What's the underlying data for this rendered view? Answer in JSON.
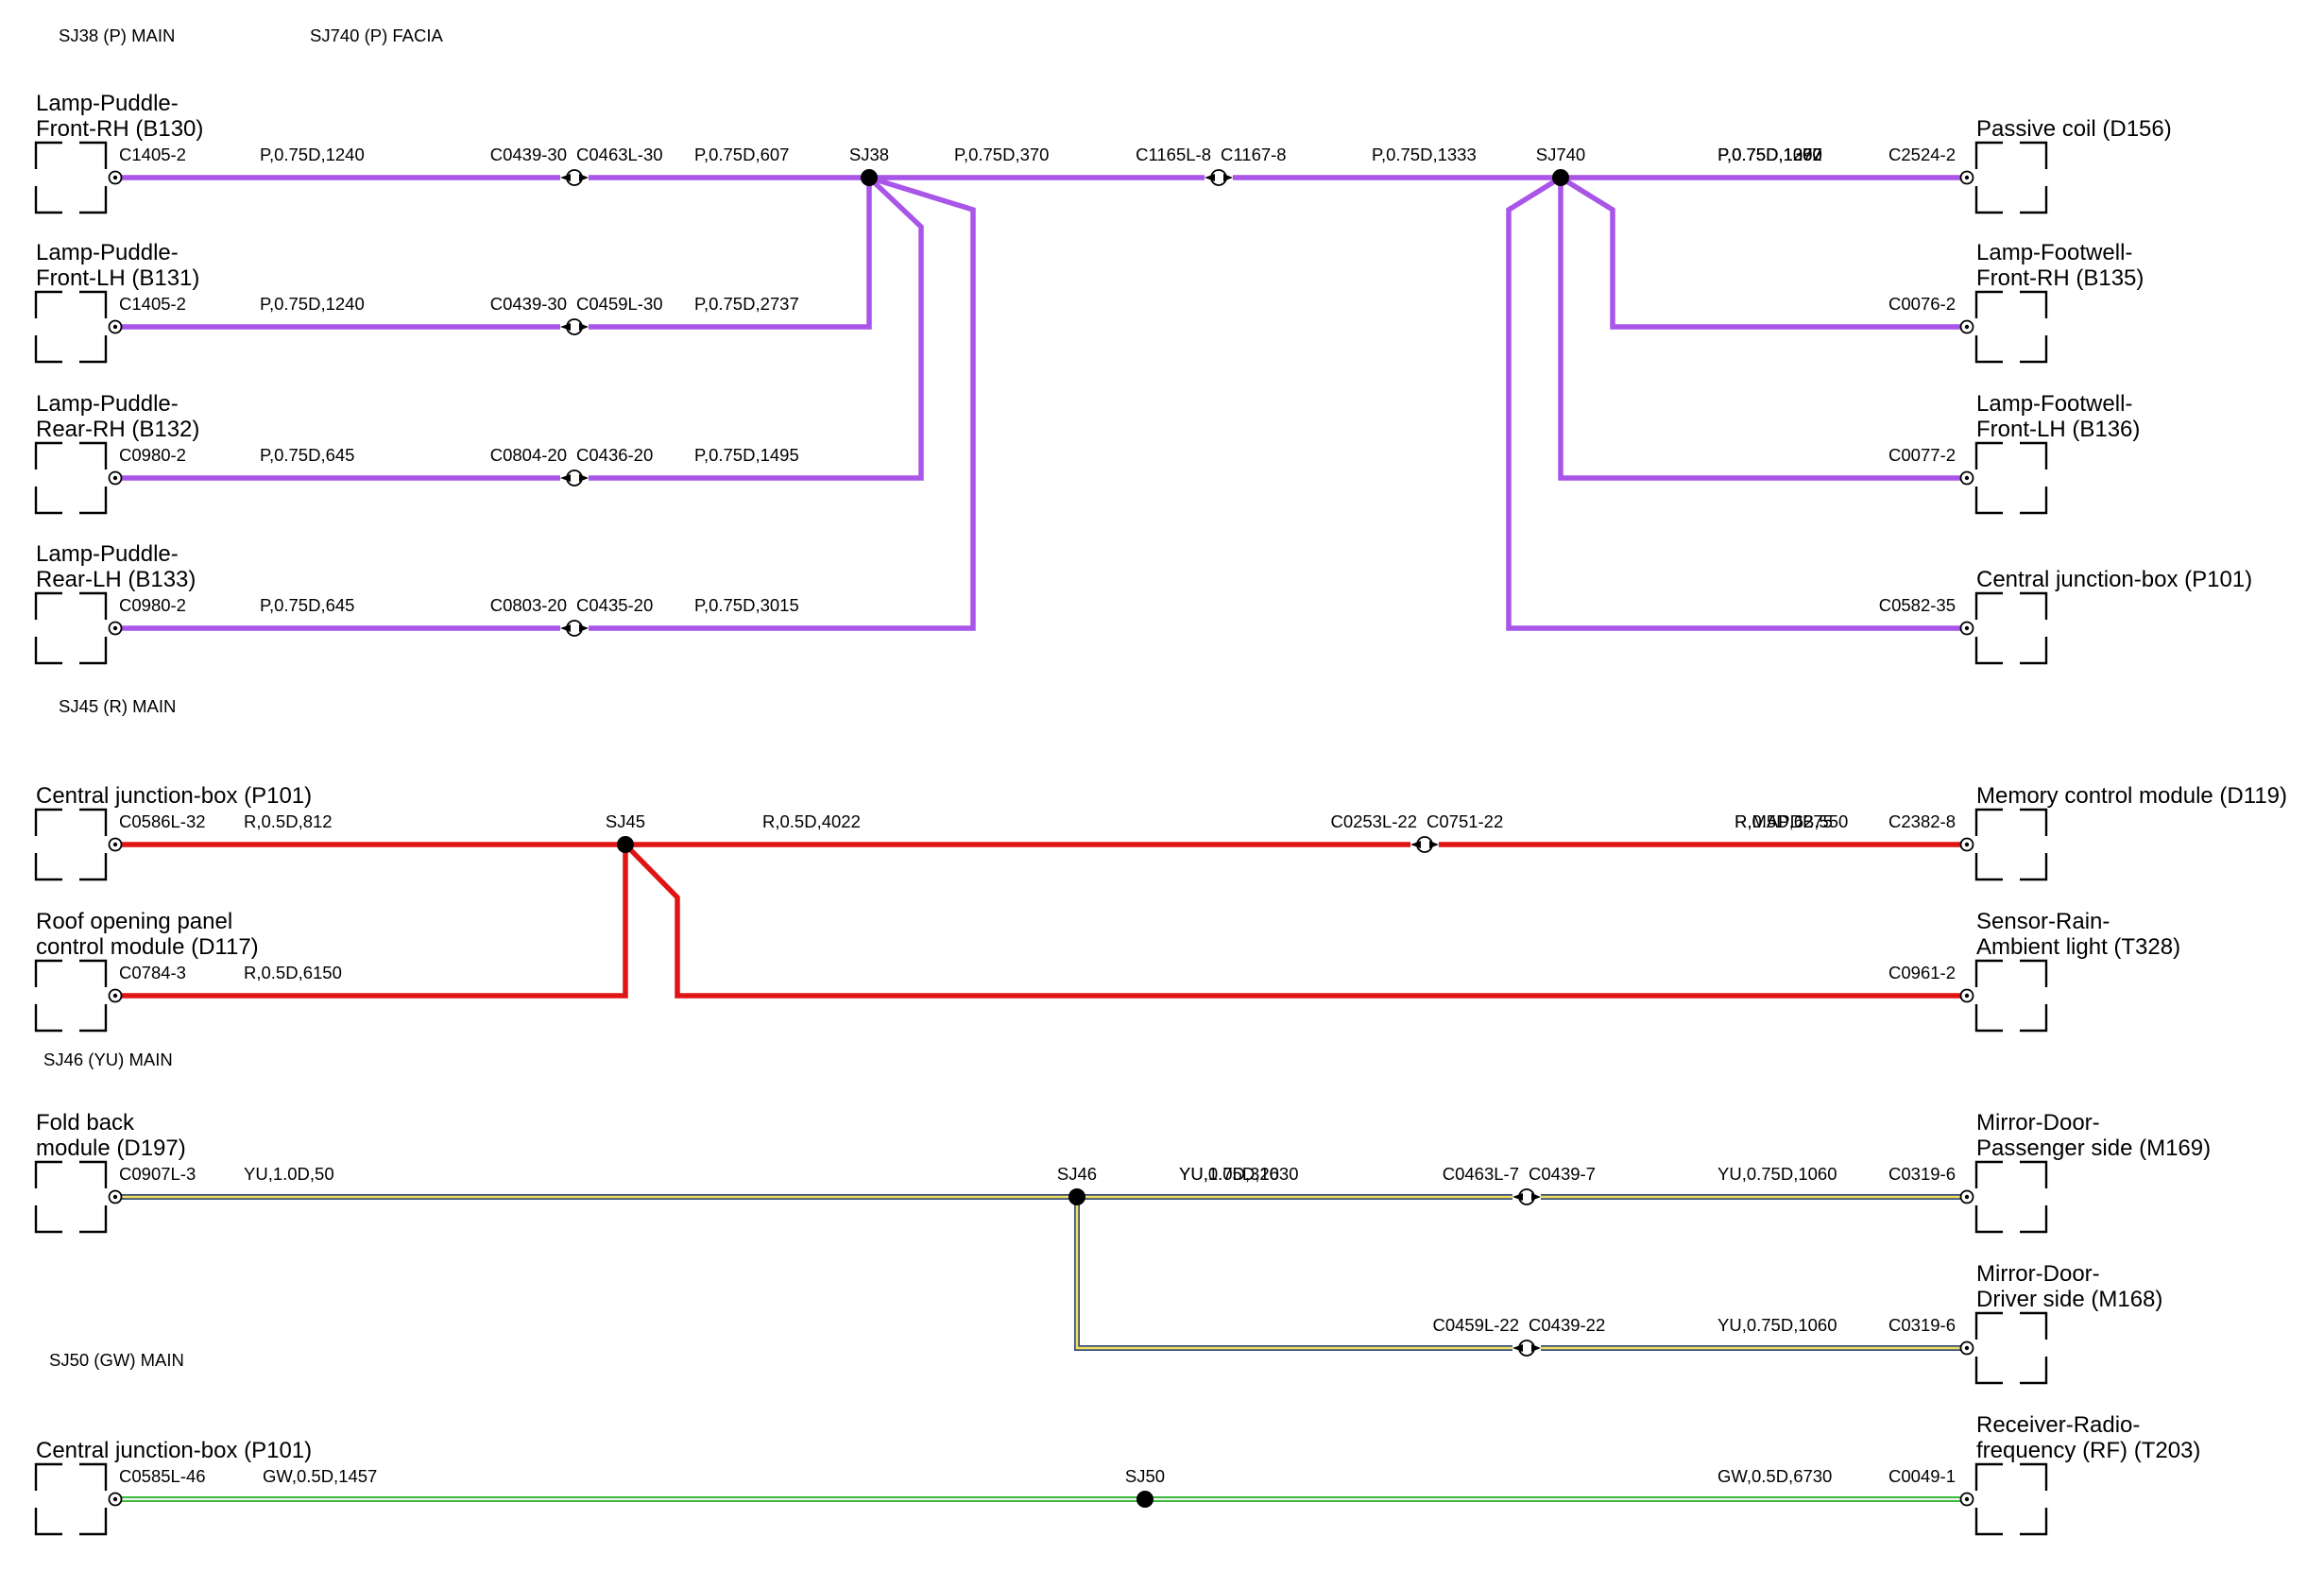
{
  "colors": {
    "P": "#a855e8",
    "R": "#e01414",
    "YU_core": "#f0e060",
    "YU_edge": "#3a4f78",
    "GW_core": "#f2f2f2",
    "GW_edge": "#31b631",
    "node": "#000000",
    "frame": "#000000"
  },
  "sections": [
    {
      "id": "p",
      "label": "SJ38 (P) MAIN"
    },
    {
      "id": "p2",
      "label": "SJ740 (P) FACIA"
    },
    {
      "id": "r",
      "label": "SJ45 (R) MAIN"
    },
    {
      "id": "yu",
      "label": "SJ46 (YU) MAIN"
    },
    {
      "id": "gw",
      "label": "SJ50 (GW) MAIN"
    }
  ],
  "components": [
    {
      "id": "b130",
      "side": "left",
      "lines": [
        "Lamp-Puddle-",
        "Front-RH (B130)"
      ],
      "connector": "C1405-2"
    },
    {
      "id": "b131",
      "side": "left",
      "lines": [
        "Lamp-Puddle-",
        "Front-LH (B131)"
      ],
      "connector": "C1405-2"
    },
    {
      "id": "b132",
      "side": "left",
      "lines": [
        "Lamp-Puddle-",
        "Rear-RH (B132)"
      ],
      "connector": "C0980-2"
    },
    {
      "id": "b133",
      "side": "left",
      "lines": [
        "Lamp-Puddle-",
        "Rear-LH (B133)"
      ],
      "connector": "C0980-2"
    },
    {
      "id": "d156",
      "side": "right",
      "lines": [
        "Passive coil (D156)"
      ],
      "connector": "C2524-2"
    },
    {
      "id": "b135",
      "side": "right",
      "lines": [
        "Lamp-Footwell-",
        "Front-RH (B135)"
      ],
      "connector": "C0076-2"
    },
    {
      "id": "b136",
      "side": "right",
      "lines": [
        "Lamp-Footwell-",
        "Front-LH (B136)"
      ],
      "connector": "C0077-2"
    },
    {
      "id": "p101a",
      "side": "right",
      "lines": [
        "Central junction-box (P101)"
      ],
      "connector": "C0582-35"
    },
    {
      "id": "p101b",
      "side": "left",
      "lines": [
        "Central junction-box (P101)"
      ],
      "connector": "C0586L-32"
    },
    {
      "id": "d117",
      "side": "left",
      "lines": [
        "Roof opening panel",
        "control module (D117)"
      ],
      "connector": "C0784-3"
    },
    {
      "id": "d119",
      "side": "right",
      "lines": [
        "Memory control module (D119)"
      ],
      "connector": "C2382-8"
    },
    {
      "id": "t328",
      "side": "right",
      "lines": [
        "Sensor-Rain-",
        "Ambient light (T328)"
      ],
      "connector": "C0961-2"
    },
    {
      "id": "d197",
      "side": "left",
      "lines": [
        "Fold back",
        "module (D197)"
      ],
      "connector": "C0907L-3"
    },
    {
      "id": "m169",
      "side": "right",
      "lines": [
        "Mirror-Door-",
        "Passenger side (M169)"
      ],
      "connector": "C0319-6"
    },
    {
      "id": "m168",
      "side": "right",
      "lines": [
        "Mirror-Door-",
        "Driver side (M168)"
      ],
      "connector": "C0319-6"
    },
    {
      "id": "p101c",
      "side": "left",
      "lines": [
        "Central junction-box (P101)"
      ],
      "connector": "C0585L-46"
    },
    {
      "id": "t203",
      "side": "right",
      "lines": [
        "Receiver-Radio-",
        "frequency (RF) (T203)"
      ],
      "connector": "C0049-1"
    }
  ],
  "splices": [
    {
      "id": "sj38",
      "label": "SJ38"
    },
    {
      "id": "sj740",
      "label": "SJ740"
    },
    {
      "id": "sj45",
      "label": "SJ45"
    },
    {
      "id": "sj46",
      "label": "SJ46"
    },
    {
      "id": "sj50",
      "label": "SJ50"
    }
  ],
  "inline_connectors": [
    {
      "id": "c0439a",
      "left": "C0439-30",
      "right": "C0463L-30"
    },
    {
      "id": "c0439b",
      "left": "C0439-30",
      "right": "C0459L-30"
    },
    {
      "id": "c0804",
      "left": "C0804-20",
      "right": "C0436-20"
    },
    {
      "id": "c0803",
      "left": "C0803-20",
      "right": "C0435-20"
    },
    {
      "id": "c1165",
      "left": "C1165L-8",
      "right": "C1167-8"
    },
    {
      "id": "c0253",
      "left": "C0253L-22",
      "right": "C0751-22"
    },
    {
      "id": "c0463",
      "left": "C0463L-7",
      "right": "C0439-7"
    },
    {
      "id": "c0459",
      "left": "C0459L-22",
      "right": "C0439-22"
    }
  ],
  "wires": [
    {
      "id": "w1",
      "label": "P,0.75D,1240"
    },
    {
      "id": "w2",
      "label": "P,0.75D,607"
    },
    {
      "id": "w3",
      "label": "P,0.75D,1240"
    },
    {
      "id": "w4",
      "label": "P,0.75D,2737"
    },
    {
      "id": "w5",
      "label": "P,0.75D,645"
    },
    {
      "id": "w6",
      "label": "P,0.75D,1495"
    },
    {
      "id": "w7",
      "label": "P,0.75D,645"
    },
    {
      "id": "w8",
      "label": "P,0.75D,3015"
    },
    {
      "id": "w9",
      "label": "P,0.75D,370"
    },
    {
      "id": "w10",
      "label": "P,0.75D,1333"
    },
    {
      "id": "w11",
      "label": "P,0.75D,1372"
    },
    {
      "id": "w12",
      "label": "P,0.75D,1390"
    },
    {
      "id": "w13",
      "label": "P,0.75D,1060"
    },
    {
      "id": "w14",
      "label": "P,0.75D,1207"
    },
    {
      "id": "w15",
      "label": "R,0.5D,812"
    },
    {
      "id": "w16",
      "label": "R,0.5D,4022"
    },
    {
      "id": "w17",
      "label": "R,MAPDB,550"
    },
    {
      "id": "w18",
      "label": "R,0.5D,6150"
    },
    {
      "id": "w19",
      "label": "R,0.5D,6275"
    },
    {
      "id": "w20",
      "label": "YU,1.0D,50"
    },
    {
      "id": "w21",
      "label": "YU,1.0D,310"
    },
    {
      "id": "w22",
      "label": "YU,0.75D,1060"
    },
    {
      "id": "w23",
      "label": "YU,0.75D,2630"
    },
    {
      "id": "w24",
      "label": "YU,0.75D,1060"
    },
    {
      "id": "w25",
      "label": "GW,0.5D,1457"
    },
    {
      "id": "w26",
      "label": "GW,0.5D,6730"
    }
  ]
}
